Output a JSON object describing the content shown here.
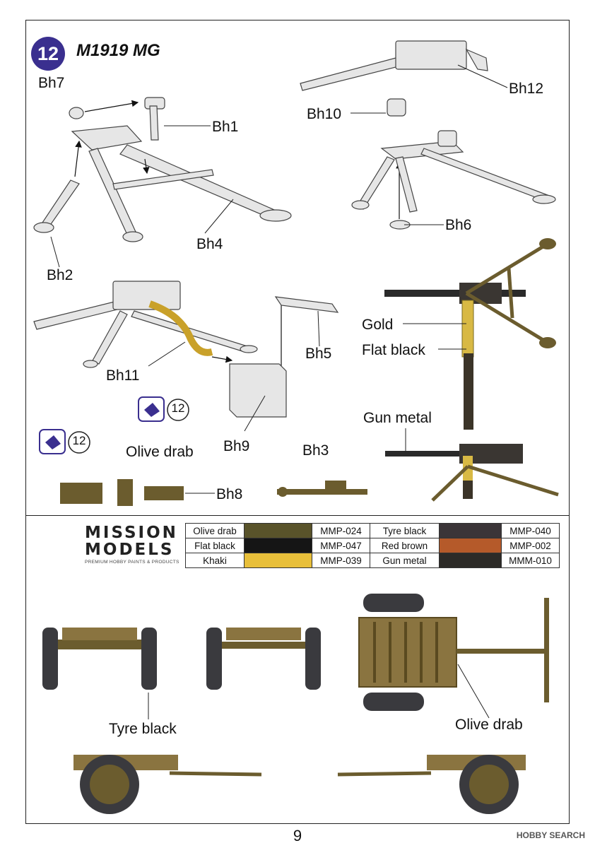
{
  "step": {
    "number": "12",
    "title": "M1919 MG"
  },
  "parts": {
    "bh7": "Bh7",
    "bh1": "Bh1",
    "bh4": "Bh4",
    "bh2": "Bh2",
    "bh12": "Bh12",
    "bh10": "Bh10",
    "bh6": "Bh6",
    "bh5": "Bh5",
    "bh11": "Bh11",
    "bh9": "Bh9",
    "bh3": "Bh3",
    "bh8": "Bh8"
  },
  "decal_refs": {
    "ref_a": "12",
    "ref_b": "12"
  },
  "callouts": {
    "gold": "Gold",
    "flat_black": "Flat black",
    "gun_metal": "Gun metal",
    "olive_drab_top": "Olive drab",
    "tyre_black": "Tyre black",
    "olive_drab_bottom": "Olive drab"
  },
  "brand": {
    "line1": "MISSION",
    "line2": "MODELS",
    "tagline": "PREMIUM HOBBY PAINTS & PRODUCTS"
  },
  "paints": [
    {
      "name": "Olive drab",
      "code": "MMP-024",
      "color": "#59532a",
      "name2": "Tyre black",
      "code2": "MMP-040",
      "color2": "#3b3538"
    },
    {
      "name": "Flat black",
      "code": "MMP-047",
      "color": "#151515",
      "name2": "Red brown",
      "code2": "MMP-002",
      "color2": "#b55a2a"
    },
    {
      "name": "Khaki",
      "code": "MMP-039",
      "color": "#e8bf3a",
      "name2": "Gun metal",
      "code2": "MMM-010",
      "color2": "#2c2a27"
    }
  ],
  "colors": {
    "olive": "#6b5c2e",
    "olive_light": "#8a7440",
    "tyre": "#3a3a3e",
    "gray_part": "#d6d6d6",
    "badge": "#3a2f8f"
  },
  "page_number": "9",
  "watermark": "HOBBY SEARCH"
}
